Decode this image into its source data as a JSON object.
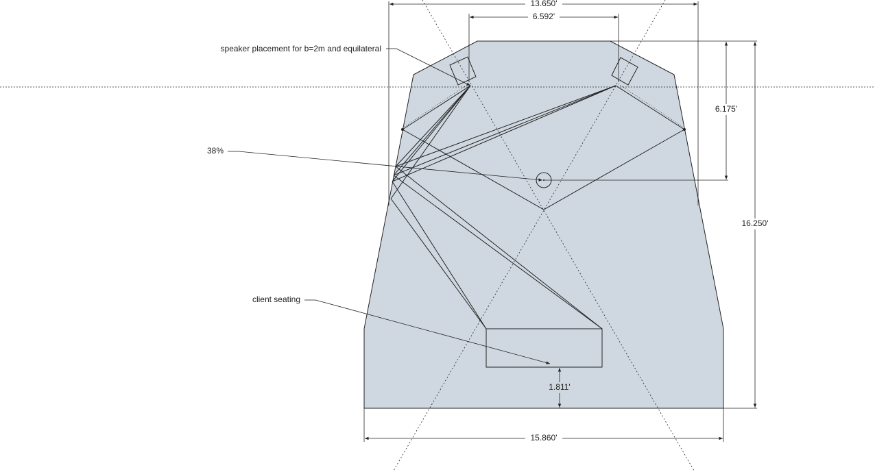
{
  "colors": {
    "room_fill": "#cfd8e0",
    "line": "#222222",
    "guide": "#222222",
    "background": "#ffffff"
  },
  "dimensions": {
    "top_outer": "13.650'",
    "top_inner": "6.592'",
    "right_short": "6.175'",
    "right_long": "16.250'",
    "bottom_width": "15.860'",
    "seating_gap": "1.811'"
  },
  "annotations": {
    "speaker_placement": "speaker placement for b=2m and equilateral",
    "percent": "38%",
    "client_seating": "client seating"
  }
}
